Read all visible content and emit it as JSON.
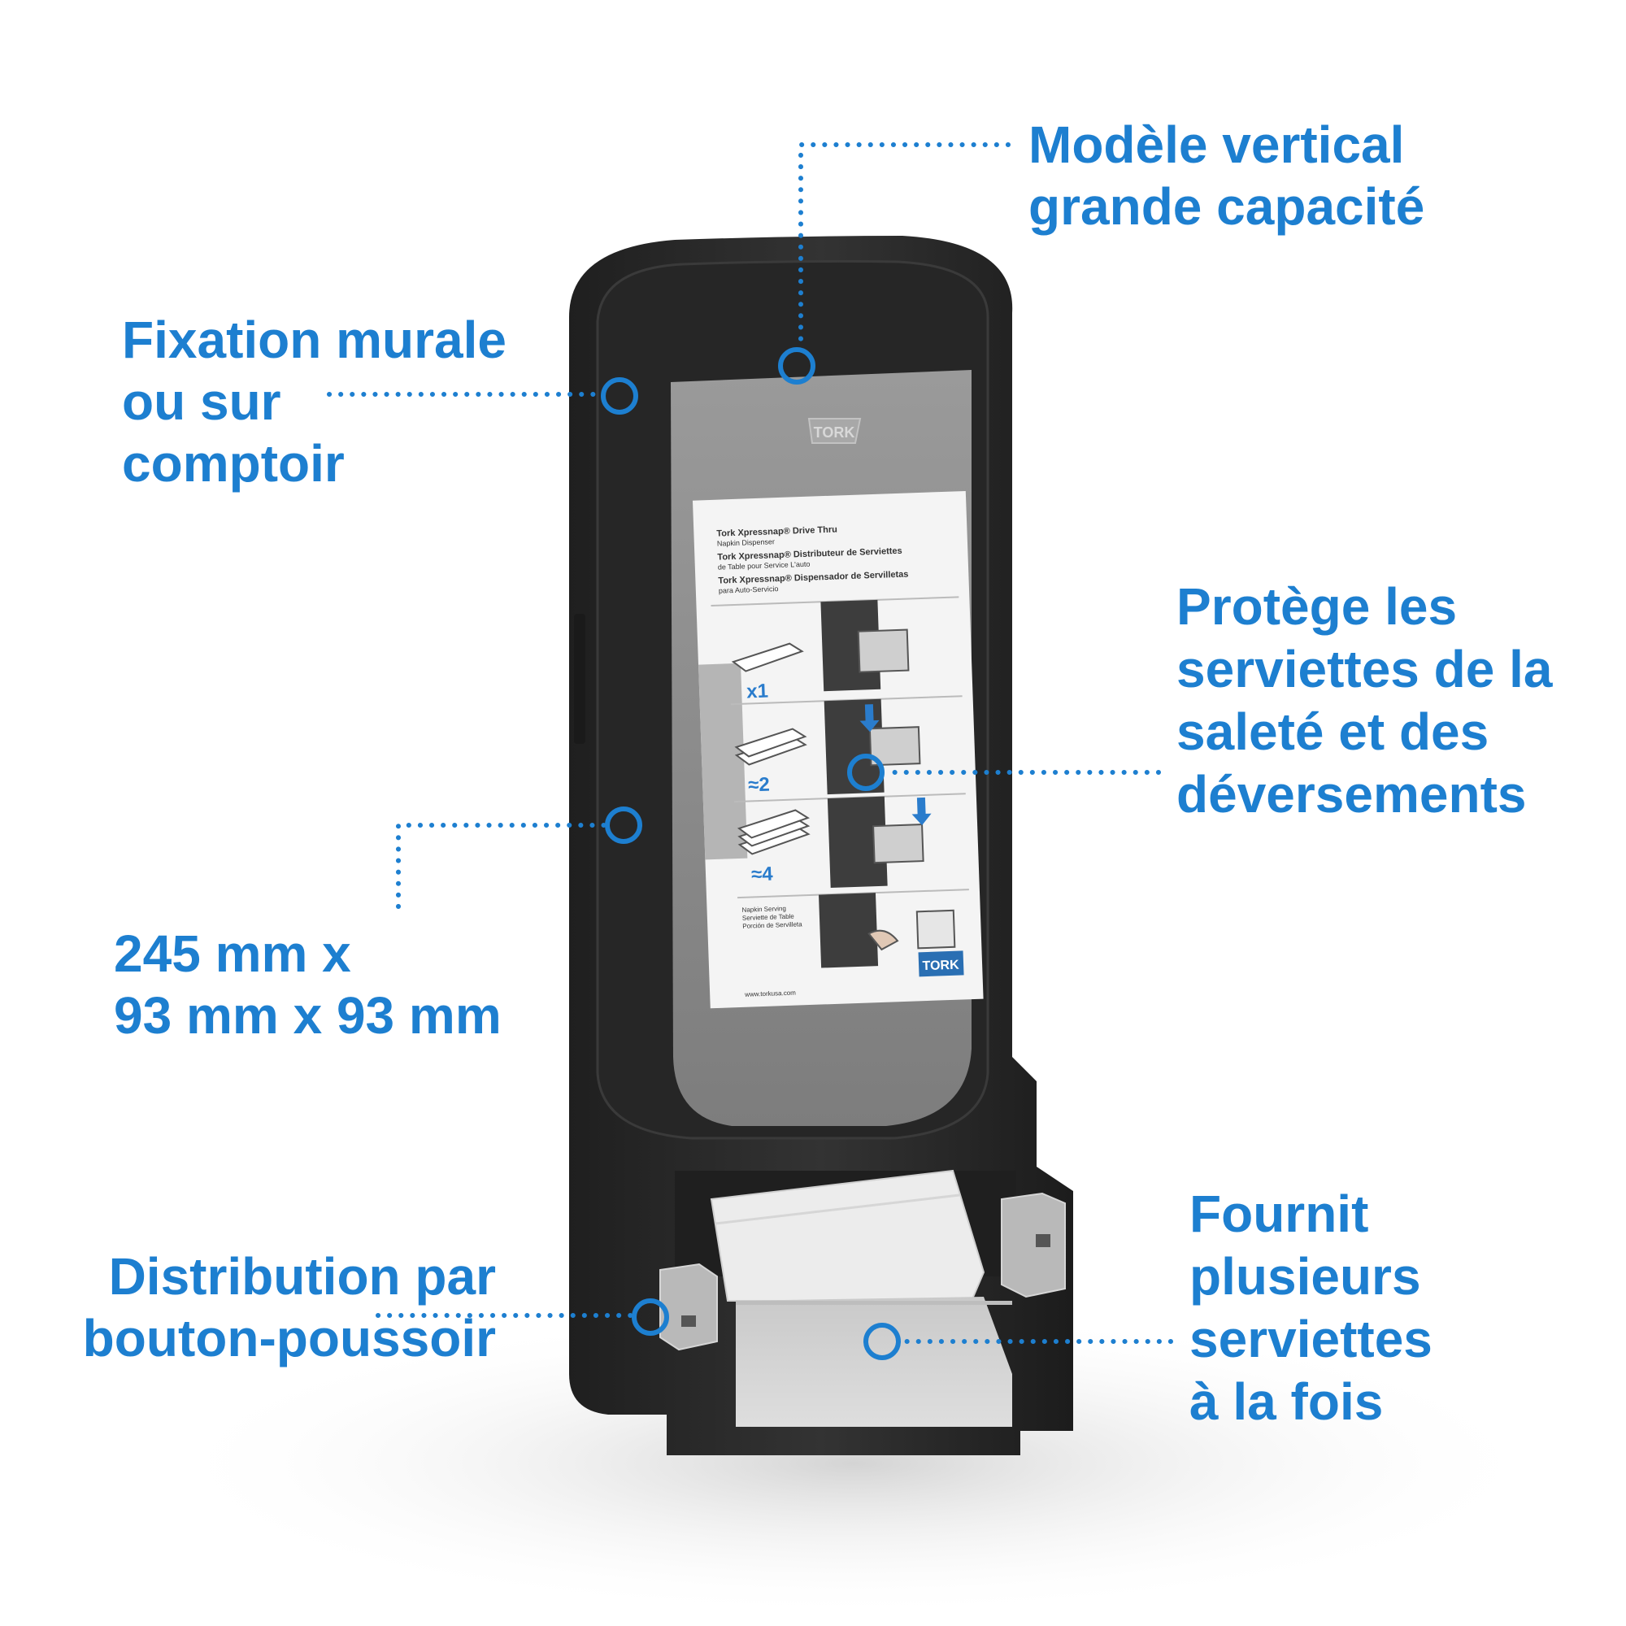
{
  "callouts": {
    "vertical": "Modèle vertical\ngrande capacité",
    "fixation": "Fixation murale\nou sur\ncomptoir",
    "protege": "Protège les\nserviettes de la\nsaleté et des\ndéversements",
    "dimensions": "245 mm x\n93 mm x 93 mm",
    "distribution": "Distribution par\nbouton-poussoir",
    "fournit": "Fournit\nplusieurs\nserviettes\nà la fois"
  },
  "product": {
    "brand_logo": "TORK",
    "card": {
      "lines": [
        "Tork Xpressnap® Drive Thru",
        "Napkin Dispenser",
        "Tork Xpressnap® Distributeur de Serviettes",
        "de Table pour Service L'auto",
        "Tork Xpressnap® Dispensador de Servilletas",
        "para Auto-Servicio"
      ],
      "steps": [
        "x1",
        "≈2",
        "≈4"
      ],
      "serving": [
        "Napkin Serving",
        "Serviette de Table",
        "Porción de Servilleta"
      ],
      "url": "www.torkusa.com",
      "card_logo": "TORK"
    }
  },
  "colors": {
    "accent": "#1d7fd0",
    "dispenser_body": "#2b2b2b",
    "window": "#8c8c8c",
    "background": "#ffffff"
  }
}
